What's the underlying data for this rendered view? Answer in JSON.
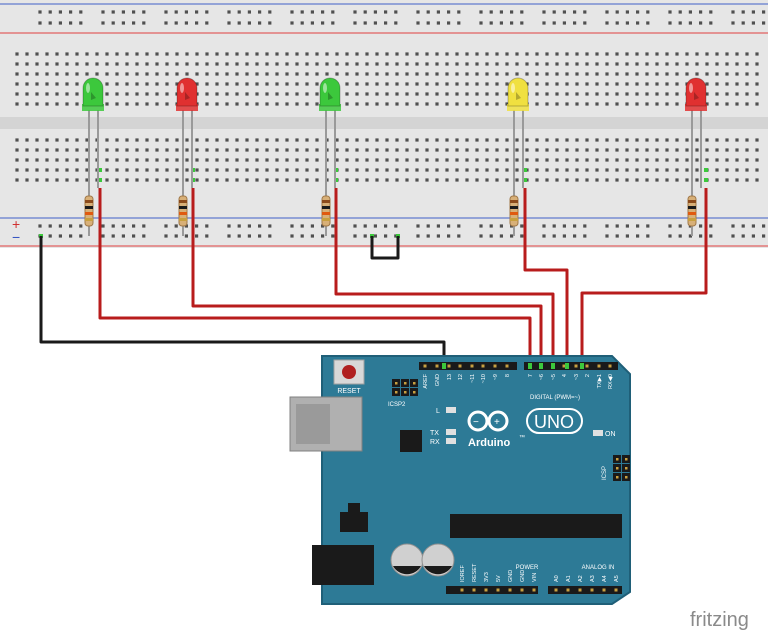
{
  "breadboard": {
    "plus_sign": "+",
    "minus_sign": "−"
  },
  "leds": [
    {
      "color": "green",
      "hex": "#3cc83c"
    },
    {
      "color": "red",
      "hex": "#e03030"
    },
    {
      "color": "green",
      "hex": "#3cc83c"
    },
    {
      "color": "yellow",
      "hex": "#f0e040"
    },
    {
      "color": "red",
      "hex": "#e03030"
    }
  ],
  "arduino": {
    "reset_label": "RESET",
    "icsp2_label": "ICSP2",
    "icsp_label": "ICSP",
    "l_label": "L",
    "tx_label": "TX",
    "rx_label": "RX",
    "on_label": "ON",
    "brand": "Arduino",
    "tm": "™",
    "model": "UNO",
    "digital_label": "DIGITAL (PWM=~)",
    "power_label": "POWER",
    "analog_label": "ANALOG IN",
    "top_headers": [
      "AREF",
      "GND",
      "13",
      "12",
      "~11",
      "~10",
      "~9",
      "8",
      "7",
      "~6",
      "~5",
      "4",
      "~3",
      "2",
      "TX▶1",
      "RX◀0"
    ],
    "power_headers": [
      "IOREF",
      "RESET",
      "3V3",
      "5V",
      "GND",
      "GND",
      "VIN"
    ],
    "analog_headers": [
      "A0",
      "A1",
      "A2",
      "A3",
      "A4",
      "A5"
    ]
  },
  "colors": {
    "board": "#2d7a96",
    "board_edge": "#1f5f78",
    "wire_red": "#b81c1c",
    "wire_black": "#1a1a1a",
    "breadboard": "#e6e6e6",
    "breadboard_strip": "#d4d4d4",
    "rail_red": "#e04040",
    "rail_blue": "#4060c8"
  },
  "watermark": "fritzing"
}
